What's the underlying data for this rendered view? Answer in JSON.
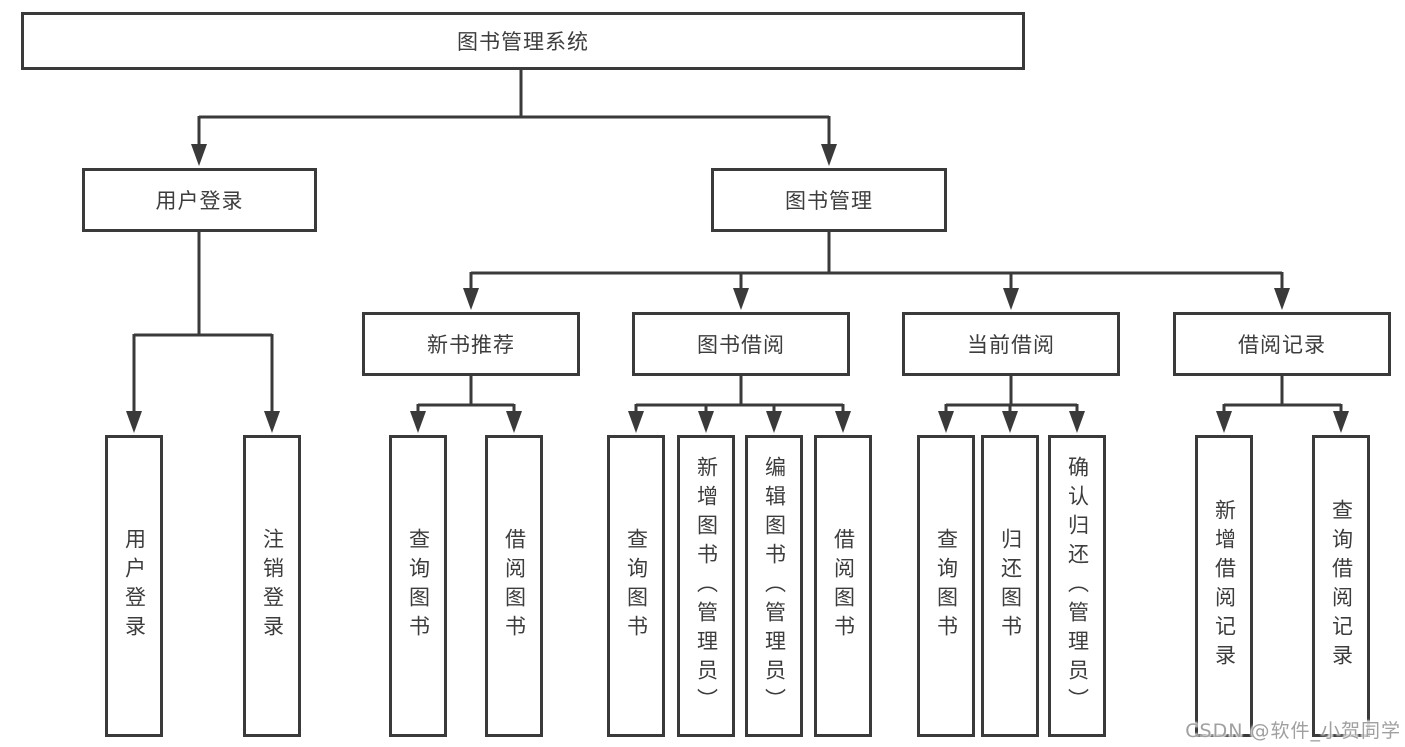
{
  "page": {
    "background": "#ffffff",
    "line_color": "#3a3a3a",
    "text_color": "#3d3d3d",
    "watermark_color": "#a0a0a0"
  },
  "diagram": {
    "title": "图书管理系统",
    "modules": {
      "user_login": {
        "label": "用户登录",
        "children": {
          "login": "用户登录",
          "logout": "注销登录"
        }
      },
      "book_mgmt": {
        "label": "图书管理",
        "children": {
          "new_book_rec": {
            "label": "新书推荐",
            "children": {
              "query_books": "查询图书",
              "borrow_books": "借阅图书"
            }
          },
          "book_borrow": {
            "label": "图书借阅",
            "children": {
              "query_books": "查询图书",
              "add_books": "新增图书（管理员）",
              "edit_books": "编辑图书（管理员）",
              "borrow_books": "借阅图书"
            }
          },
          "current_borrow": {
            "label": "当前借阅",
            "children": {
              "query_books": "查询图书",
              "return_books": "归还图书",
              "confirm_return": "确认归还（管理员）"
            }
          },
          "borrow_records": {
            "label": "借阅记录",
            "children": {
              "add_record": "新增借阅记录",
              "query_record": "查询借阅记录"
            }
          }
        }
      }
    }
  },
  "watermark": "CSDN @软件_小贺同学"
}
